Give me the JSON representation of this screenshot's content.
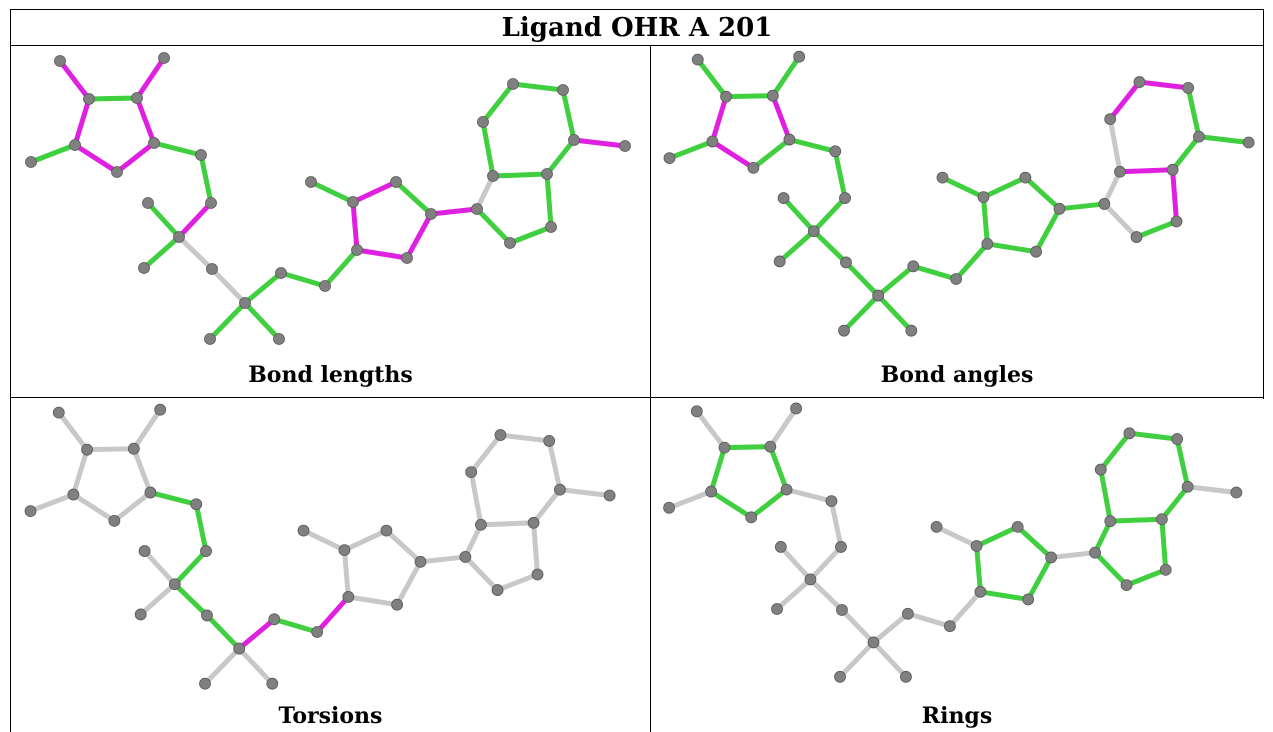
{
  "title": "Ligand OHR A 201",
  "panels": [
    {
      "caption": "Bond lengths"
    },
    {
      "caption": "Bond angles"
    },
    {
      "caption": "Torsions"
    },
    {
      "caption": "Rings"
    }
  ],
  "colors": {
    "good": "#3fcf3f",
    "outlier": "#e020e0",
    "neutral": "#c8c8c8",
    "atom": "#808080"
  }
}
